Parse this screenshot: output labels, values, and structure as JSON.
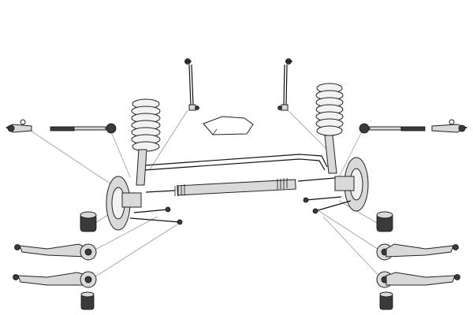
{
  "diagram": {
    "type": "exploded-view",
    "subject": "front-axle-suspension-kit",
    "parts": [
      "stabilizer-link-left",
      "stabilizer-link-right",
      "tie-rod-end-left",
      "tie-rod-end-right",
      "inner-tie-rod-left",
      "inner-tie-rod-right",
      "coil-spring-left",
      "coil-spring-right",
      "subframe-axle",
      "bushing-upper-left",
      "bushing-upper-right",
      "upper-control-arm-left",
      "upper-control-arm-right",
      "lower-control-arm-left",
      "lower-control-arm-right",
      "bushing-lower-left",
      "bushing-lower-right"
    ],
    "direction_arrow": "forward",
    "colors": {
      "line": "#111111",
      "part_fill": "#d9d9d9",
      "dark_fill": "#3a3a3a",
      "leader": "#9a9a9a"
    }
  }
}
